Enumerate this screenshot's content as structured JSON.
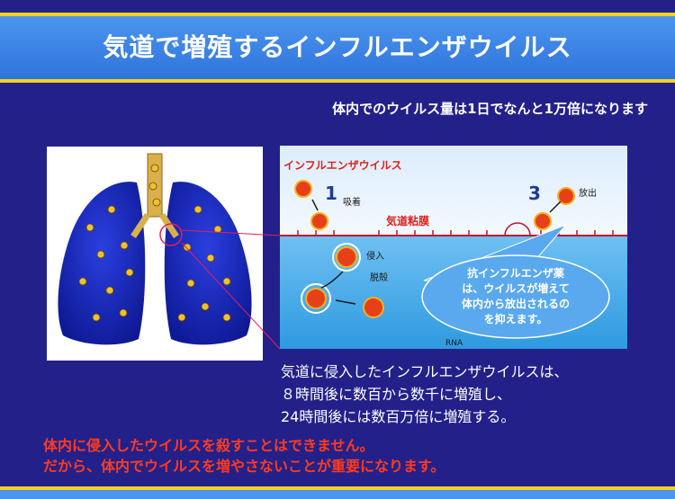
{
  "slide": {
    "title": "気道で増殖するインフルエンザウイルス",
    "subtitle": "体内でのウイルス量は1日でなんと1万倍になります",
    "diagram": {
      "virus_label": "インフルエンザウイルス",
      "steps": [
        "1",
        "3"
      ],
      "step_labels": [
        "吸着",
        "放出",
        "侵入",
        "脱殻"
      ],
      "mucosa_label": "気道粘膜",
      "rna_label": "RNA",
      "callout": [
        "抗インフルエンザ薬",
        "は、ウイルスが増えて",
        "体内から放出されるの",
        "を抑えます。"
      ]
    },
    "body_lines": [
      "気道に侵入したインフルエンザウイルスは、",
      "８時間後に数百から数千に増殖し、",
      "24時間後には数百万倍に増殖する。"
    ],
    "warning_lines": [
      "体内に侵入したウイルスを殺すことはできません。",
      "だから、体内でウイルスを増やさないことが重要になります。"
    ]
  },
  "colors": {
    "background": "#24208a",
    "title_bar": "#3f86e6",
    "stripe": "#f1d21f",
    "warning": "#ff3b1f",
    "virus": "#e64018",
    "lung": "#1b2bb8"
  }
}
